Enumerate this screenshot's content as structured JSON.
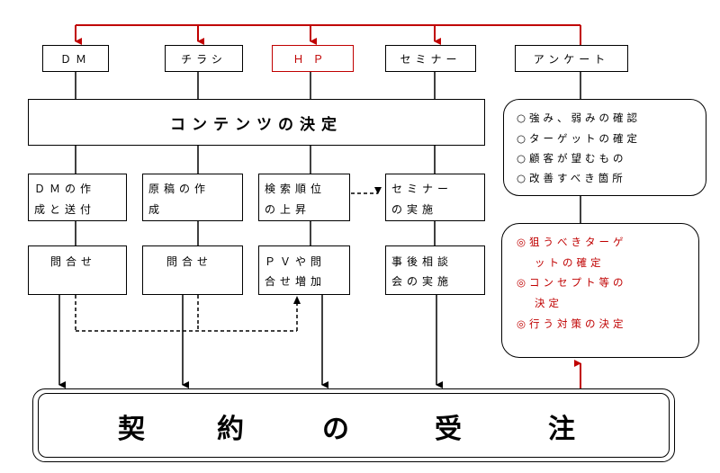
{
  "colors": {
    "accent": "#c00000",
    "line": "#000000"
  },
  "top_row": [
    {
      "id": "dm",
      "label": "ＤＭ"
    },
    {
      "id": "flyer",
      "label": "チラシ"
    },
    {
      "id": "hp",
      "label": "ＨＰ"
    },
    {
      "id": "seminar",
      "label": "セミナー"
    },
    {
      "id": "survey",
      "label": "アンケート"
    }
  ],
  "content_decision": "コンテンツの決定",
  "row2": [
    {
      "line1": "ＤＭの作",
      "line2": "成と送付"
    },
    {
      "line1": "原稿の作",
      "line2": "成"
    },
    {
      "line1": "検索順位",
      "line2": "の上昇"
    },
    {
      "line1": "セミナー",
      "line2": "の実施"
    }
  ],
  "row3": [
    {
      "line1": "問合せ",
      "line2": ""
    },
    {
      "line1": "問合せ",
      "line2": ""
    },
    {
      "line1": "ＰＶや問",
      "line2": "合せ増加"
    },
    {
      "line1": "事後相談",
      "line2": "会の実施"
    }
  ],
  "survey_results": [
    "○強み、弱みの確認",
    "○ターゲットの確定",
    "○顧客が望むもの",
    "○改善すべき箇所"
  ],
  "decisions": [
    "◎狙うべきターゲ",
    "ットの確定",
    "◎コンセプト等の",
    "決定",
    "◎行う対策の決定"
  ],
  "contract": {
    "c1": "契",
    "c2": "約",
    "c3": "の",
    "c4": "受",
    "c5": "注"
  }
}
